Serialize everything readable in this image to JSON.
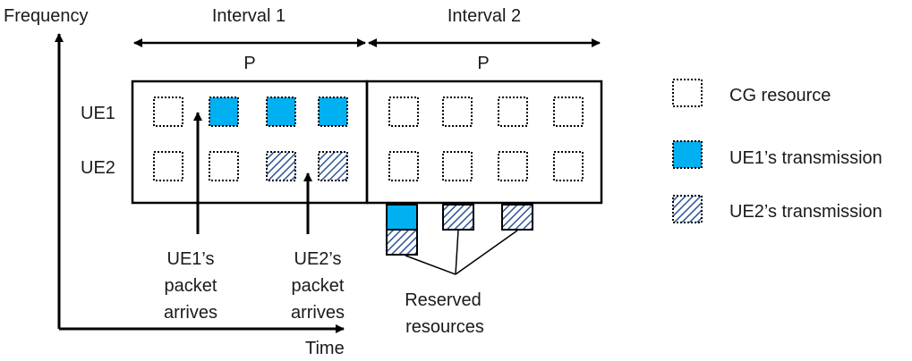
{
  "axes": {
    "y_label": "Frequency",
    "x_label": "Time"
  },
  "intervals": [
    {
      "label": "Interval 1",
      "period_label": "P"
    },
    {
      "label": "Interval 2",
      "period_label": "P"
    }
  ],
  "rows": [
    "UE1",
    "UE2"
  ],
  "grid": {
    "interval1": {
      "UE1": [
        "cg",
        "ue1",
        "ue1",
        "ue1"
      ],
      "UE2": [
        "cg",
        "cg",
        "ue2",
        "ue2"
      ]
    },
    "interval2": {
      "UE1": [
        "cg",
        "cg",
        "cg",
        "cg"
      ],
      "UE2": [
        "cg",
        "cg",
        "cg",
        "cg"
      ]
    }
  },
  "reserved": [
    [
      "ue1",
      "ue2"
    ],
    [
      "ue2"
    ],
    [
      "ue2"
    ]
  ],
  "annotations": {
    "ue1_arrival": [
      "UE1’s",
      "packet",
      "arrives"
    ],
    "ue2_arrival": [
      "UE2’s",
      "packet",
      "arrives"
    ],
    "reserved": [
      "Reserved",
      "resources"
    ]
  },
  "legend": [
    {
      "type": "cg",
      "label": "CG resource"
    },
    {
      "type": "ue1",
      "label": "UE1’s transmission"
    },
    {
      "type": "ue2",
      "label": "UE2’s transmission"
    }
  ],
  "colors": {
    "ue1_fill": "#00b0f0",
    "ue2_hatch": "#2f5597",
    "outline": "#000000"
  }
}
